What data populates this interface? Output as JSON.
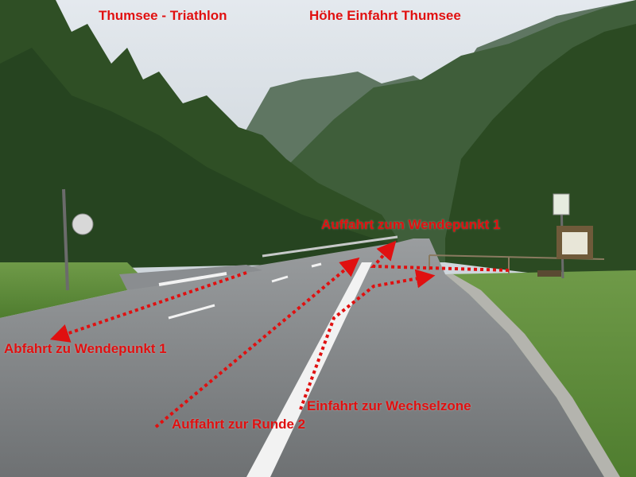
{
  "titles": {
    "left": "Thumsee - Triathlon",
    "right": "Höhe Einfahrt Thumsee"
  },
  "annotations": {
    "auffahrt_wendepunkt": "Auffahrt zum Wendepunkt 1",
    "abfahrt_wendepunkt": "Abfahrt zu Wendepunkt 1",
    "einfahrt_wechselzone": "Einfahrt zur Wechselzone",
    "auffahrt_runde2": "Auffahrt zur Runde 2"
  },
  "colors": {
    "annotation": "#e01010"
  },
  "icons": [
    "arrow-icon",
    "road-sign-icon",
    "info-board-icon"
  ]
}
